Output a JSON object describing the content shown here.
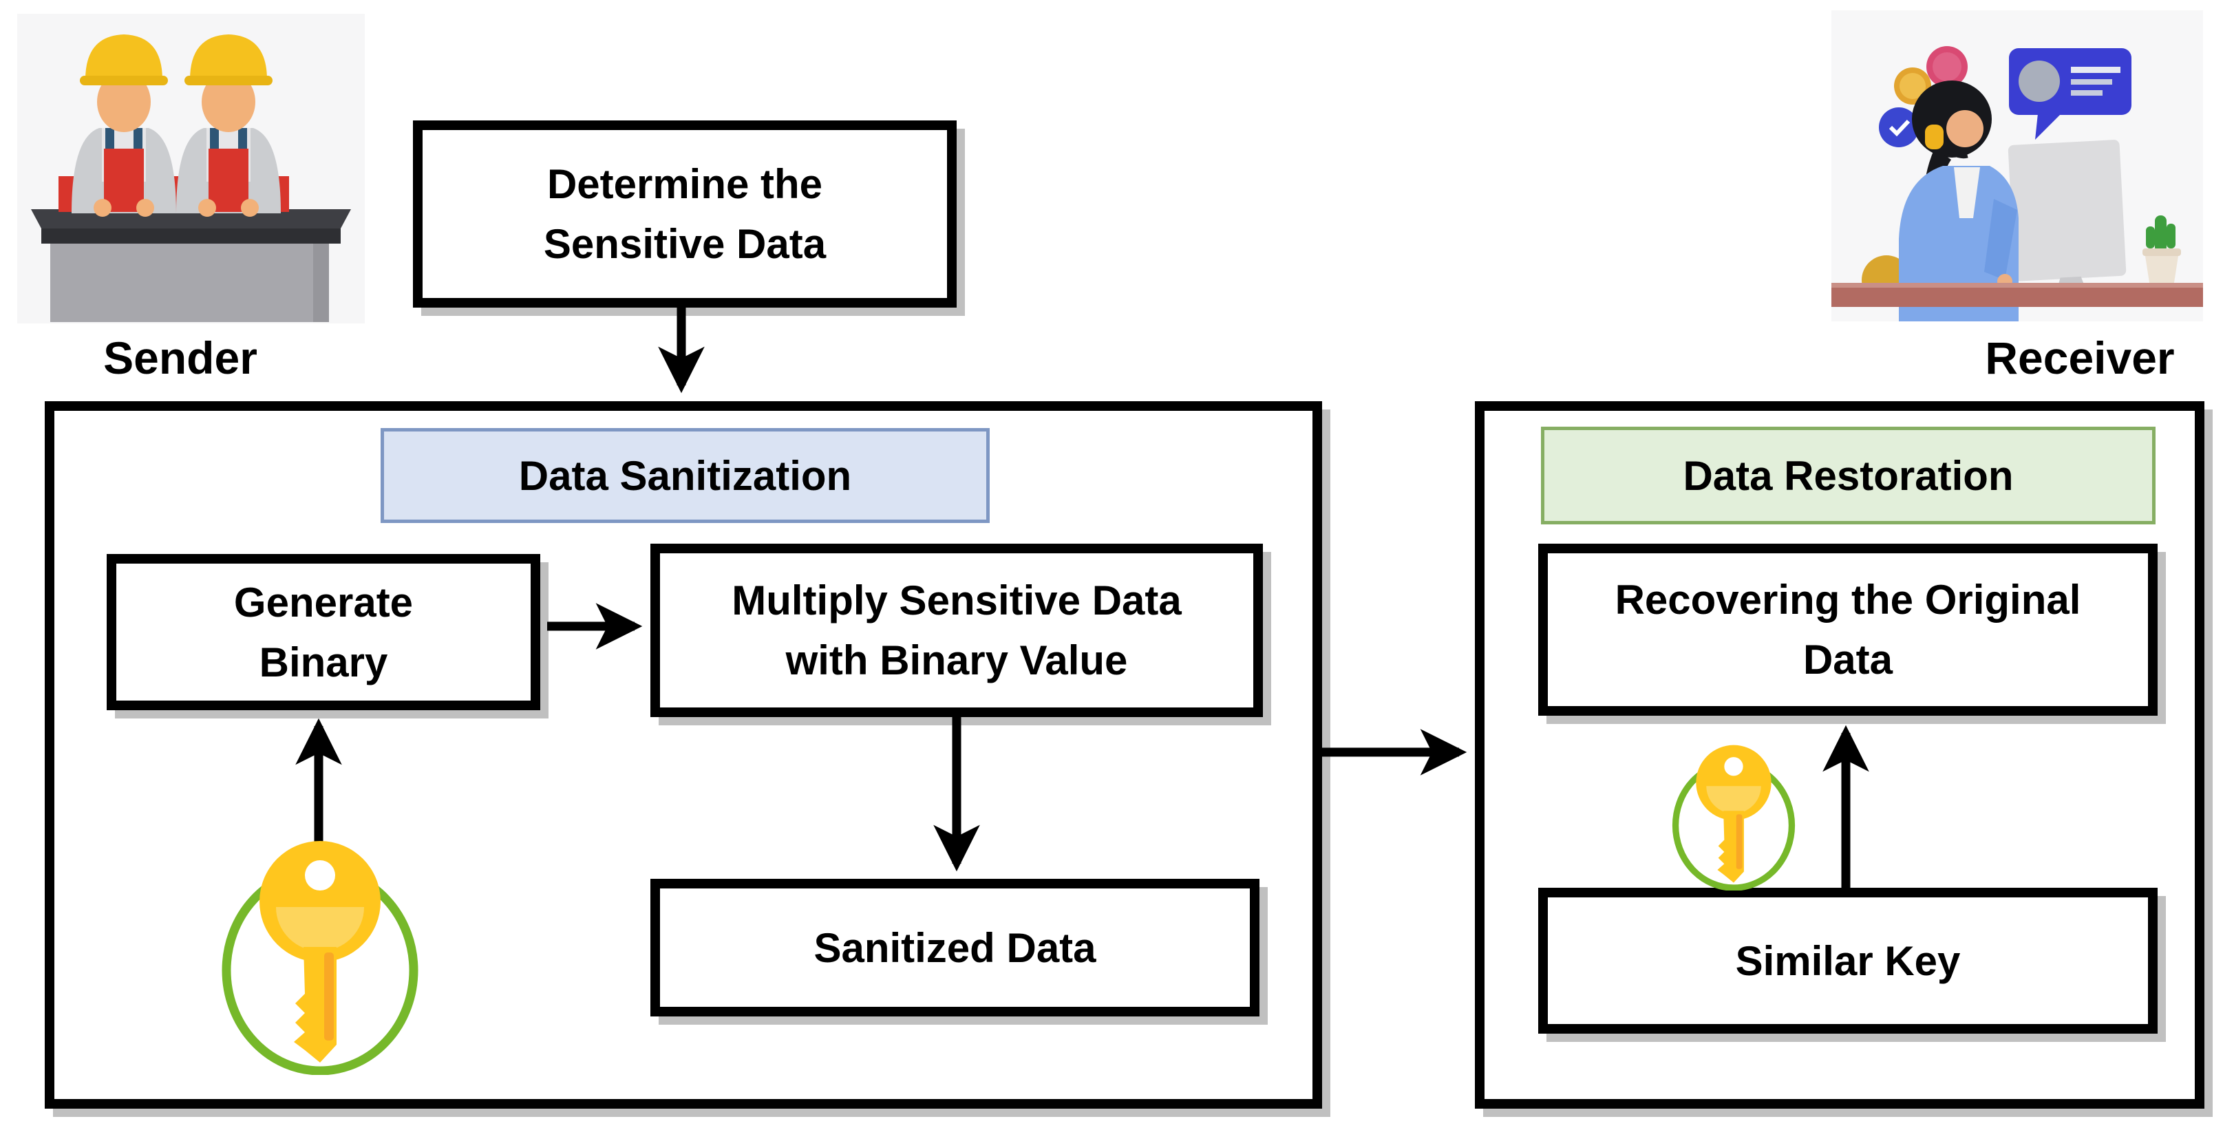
{
  "labels": {
    "sender": "Sender",
    "receiver": "Receiver"
  },
  "boxes": {
    "determine": "Determine the\nSensitive Data"
  },
  "sanitization": {
    "header": "Data Sanitization",
    "generate_binary": "Generate\nBinary",
    "multiply": "Multiply Sensitive Data\nwith Binary Value",
    "sanitized": "Sanitized Data"
  },
  "restoration": {
    "header": "Data Restoration",
    "recovering": "Recovering the Original\nData",
    "similar_key": "Similar Key"
  },
  "icons": {
    "sender": "construction-workers-icon",
    "receiver": "operator-at-computer-icon",
    "sanitization_key": "key-in-green-circle-icon",
    "restoration_key": "key-in-green-circle-icon"
  },
  "colors": {
    "sanitization_header_bg": "#dae3f3",
    "sanitization_header_border": "#7e97c3",
    "restoration_header_bg": "#e2efda",
    "restoration_header_border": "#86ae63",
    "box_border": "#000000",
    "box_shadow": "#c0c0c0",
    "arrow": "#000000",
    "key_yellow": "#ffc61e",
    "key_yellow_light": "#fdd55c",
    "key_yellow_dark": "#f9a825",
    "key_ring_green": "#76b82a"
  }
}
